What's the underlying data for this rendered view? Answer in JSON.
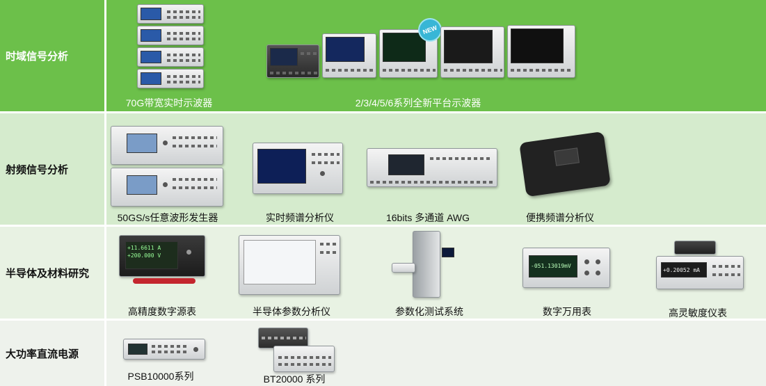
{
  "rows": [
    {
      "label": "时域信号分析",
      "products": [
        {
          "caption": "70G带宽实时示波器"
        },
        {
          "caption": "2/3/4/5/6系列全新平台示波器",
          "badge": "NEW"
        }
      ]
    },
    {
      "label": "射频信号分析",
      "products": [
        {
          "caption": "50GS/s任意波形发生器"
        },
        {
          "caption": "实时频谱分析仪"
        },
        {
          "caption": "16bits 多通道 AWG"
        },
        {
          "caption": "便携频谱分析仪"
        }
      ]
    },
    {
      "label": "半导体及材料研究",
      "products": [
        {
          "caption": "高精度数字源表"
        },
        {
          "caption": "半导体参数分析仪"
        },
        {
          "caption": "参数化测试系统"
        },
        {
          "caption": "数字万用表"
        },
        {
          "caption": "高灵敏度仪表"
        }
      ]
    },
    {
      "label": "大功率直流电源",
      "products": [
        {
          "caption": "PSB10000系列"
        },
        {
          "caption": "BT20000 系列"
        }
      ]
    }
  ],
  "colors": {
    "row1": "#6cc04a",
    "row2": "#d5ebcd",
    "row3": "#e8f2e3",
    "row4": "#eef2ec",
    "badge": "#38b6d6"
  },
  "icons": [
    "oscilloscope-icon",
    "waveform-generator-icon",
    "spectrum-analyzer-icon",
    "awg-icon",
    "portable-analyzer-icon",
    "source-meter-icon",
    "parameter-analyzer-icon",
    "test-system-icon",
    "multimeter-icon",
    "electrometer-icon",
    "power-supply-icon"
  ],
  "displays": {
    "smu_reading_1": "+11.6611 A",
    "smu_reading_2": "+200.000 V",
    "dmm_reading": "-051.13019mV",
    "electrometer_reading": "+0.20052 mA"
  }
}
